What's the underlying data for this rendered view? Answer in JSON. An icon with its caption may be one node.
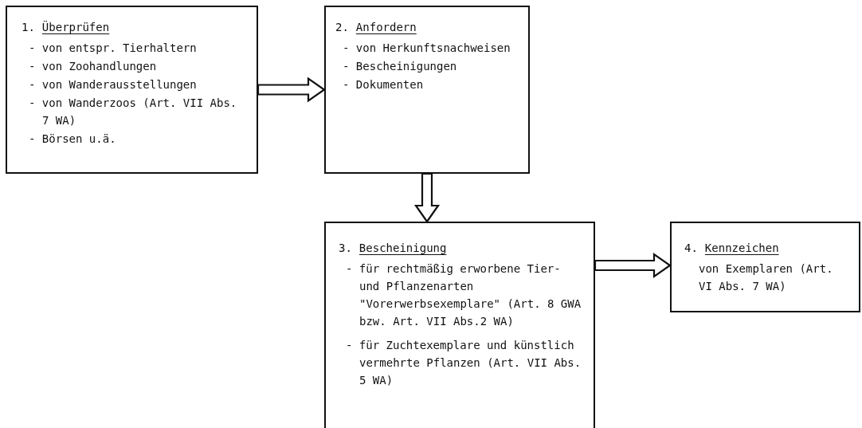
{
  "diagram": {
    "nodes": [
      {
        "text": [
          "1.",
          "Überprüfen",
          "- von entspr. Tierhaltern",
          "- von Zoohandlungen",
          "- von Wanderausstellungen",
          "- von Wanderzoos (Art. VII Abs. 7 WA)",
          "- Börsen u.ä."
        ]
      },
      {
        "text": [
          "2.",
          "Anfordern",
          "- von Herkunftsnachweisen",
          "- Bescheinigungen",
          "- Dokumenten"
        ]
      },
      {
        "text": [
          "3.",
          "Bescheinigung",
          "- für rechtmäßig erworbene Tier- und Pflanzenarten \"Vorerwerbsexemplare\" (Art. 8 GWA bzw. Art. VII Abs.2 WA)",
          "- für Zuchtexemplare und künstlich vermehrte Pflanzen (Art. VII Abs. 5 WA)"
        ]
      },
      {
        "text": [
          "4.",
          "Kennzeichen",
          "von Exemplaren (Art. VI Abs. 7 WA)"
        ]
      }
    ],
    "edges": [
      {
        "from": 0,
        "to": 1,
        "arrow": "to"
      },
      {
        "from": 1,
        "to": 2,
        "arrow": "to"
      },
      {
        "from": 2,
        "to": 3,
        "arrow": "to"
      }
    ]
  }
}
